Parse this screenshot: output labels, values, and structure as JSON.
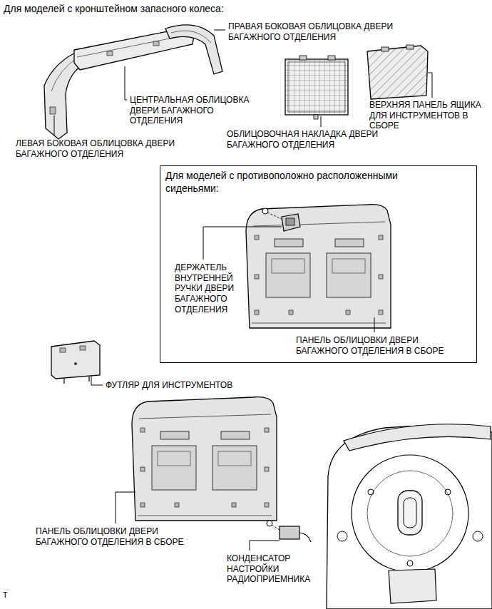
{
  "diagram": {
    "nodes": [
      {
        "text": [
          "Для моделей с противоположно расположенными сиденьями:"
        ]
      }
    ],
    "labels": [
      "Для моделей с кронштейном запасного колеса:",
      "ПРАВАЯ БОКОВАЯ ОБЛИЦОВКА ДВЕРИ БАГАЖНОГО ОТДЕЛЕНИЯ",
      "ЦЕНТРАЛЬНАЯ ОБЛИЦОВКА ДВЕРИ БАГАЖНОГО ОТДЕЛЕНИЯ",
      "ЛЕВАЯ БОКОВАЯ ОБЛИЦОВКА ДВЕРИ БАГАЖНОГО ОТДЕЛЕНИЯ",
      "ОБЛИЦОВОЧНАЯ НАКЛАДКА ДВЕРИ БАГАЖНОГО ОТДЕЛЕНИЯ",
      "ВЕРХНЯЯ ПАНЕЛЬ ЯЩИКА ДЛЯ ИНСТРУМЕНТОВ В СБОРЕ",
      "ДЕРЖАТЕЛЬ ВНУТРЕННЕЙ РУЧКИ ДВЕРИ БАГАЖНОГО ОТДЕЛЕНИЯ",
      "ПАНЕЛЬ ОБЛИЦОВКИ ДВЕРИ БАГАЖНОГО ОТДЕЛЕНИЯ В СБОРЕ",
      "ФУТЛЯР ДЛЯ ИНСТРУМЕНТОВ",
      "ПАНЕЛЬ ОБЛИЦОВКИ ДВЕРИ БАГАЖНОГО ОТДЕЛЕНИЯ В СБОРЕ",
      "КОНДЕНСАТОР НАСТРОЙКИ РАДИОПРИЕМНИКА",
      "T"
    ]
  }
}
